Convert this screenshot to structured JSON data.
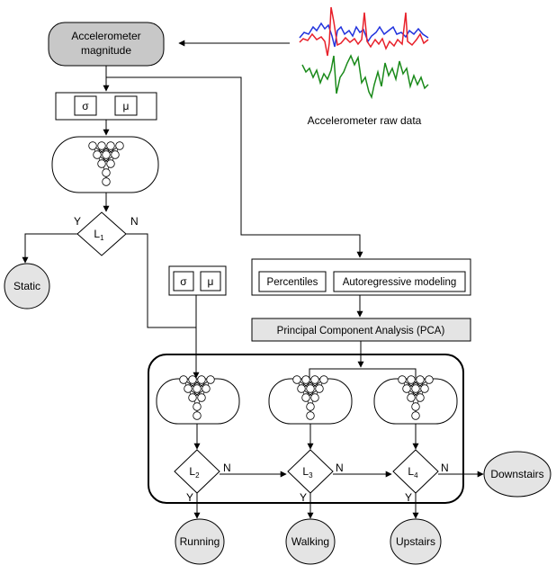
{
  "source_node": {
    "line1": "Accelerometer",
    "line2": "magnitude"
  },
  "raw_data_label": "Accelerometer raw data",
  "feature_box_1": {
    "sigma": "σ",
    "mu": "μ"
  },
  "feature_box_2": {
    "sigma": "σ",
    "mu": "μ"
  },
  "decision_1": {
    "main": "L",
    "sub": "1",
    "yes": "Y",
    "no": "N"
  },
  "decision_2": {
    "main": "L",
    "sub": "2",
    "yes": "Y",
    "no": "N"
  },
  "decision_3": {
    "main": "L",
    "sub": "3",
    "yes": "Y",
    "no": "N"
  },
  "decision_4": {
    "main": "L",
    "sub": "4",
    "yes": "Y",
    "no": "N"
  },
  "features": {
    "percentiles": "Percentiles",
    "autoregressive": "Autoregressive modeling"
  },
  "pca_label": "Principal Component Analysis (PCA)",
  "outputs": {
    "static": "Static",
    "running": "Running",
    "walking": "Walking",
    "upstairs": "Upstairs",
    "downstairs": "Downstairs"
  },
  "colors": {
    "source_fill": "#c8c8c8",
    "terminal_fill": "#e4e4e4",
    "pca_fill": "#e4e4e4",
    "signal_red": "#e8202a",
    "signal_blue": "#2233dd",
    "signal_green": "#1a8a1a"
  }
}
